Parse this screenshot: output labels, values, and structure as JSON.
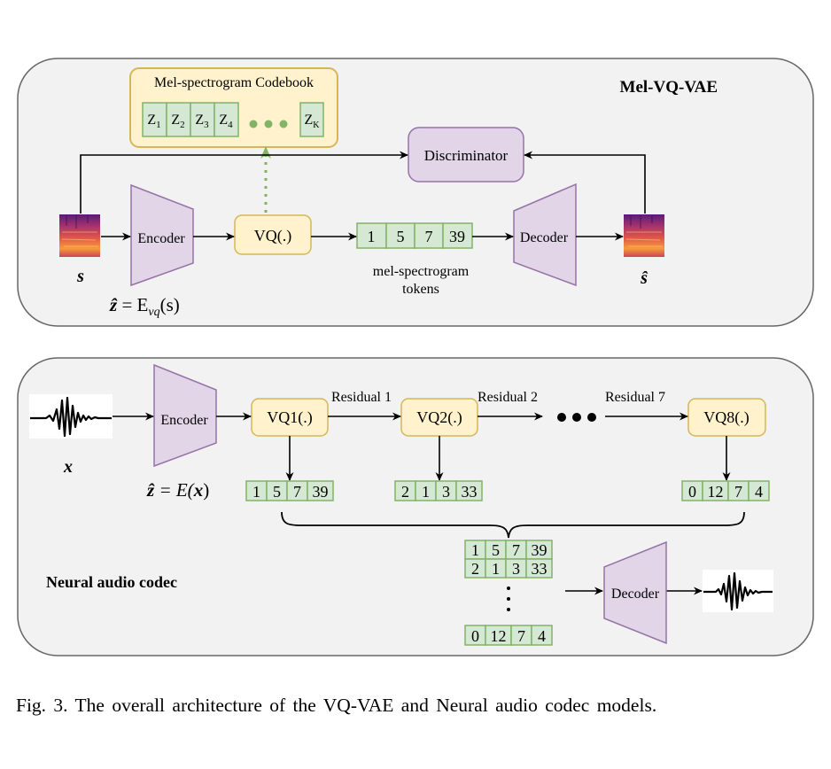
{
  "top_panel": {
    "title": "Mel-VQ-VAE",
    "codebook": {
      "title": "Mel-spectrogram Codebook",
      "entries": [
        {
          "base": "Z",
          "sub": "1"
        },
        {
          "base": "Z",
          "sub": "2"
        },
        {
          "base": "Z",
          "sub": "3"
        },
        {
          "base": "Z",
          "sub": "4"
        },
        {
          "base": "Z",
          "sub": "K"
        }
      ]
    },
    "discriminator_label": "Discriminator",
    "encoder_label": "Encoder",
    "vq_label": "VQ(.)",
    "tokens": [
      "1",
      "5",
      "7",
      "39"
    ],
    "tokens_caption": [
      "mel-spectrogram",
      "tokens"
    ],
    "decoder_label": "Decoder",
    "input_symbol": "s",
    "output_symbol": "ŝ",
    "latent_formula": {
      "lhs": "ẑ",
      "eq": " = E",
      "sub": "vq",
      "arg": "(s)"
    }
  },
  "bottom_panel": {
    "title": "Neural audio codec",
    "input_symbol": "x",
    "encoder_label": "Encoder",
    "latent_formula": {
      "lhs": "ẑ",
      "eq": " = E(",
      "arg": "x",
      "close": ")"
    },
    "quantizers": [
      {
        "label": "VQ1(.)",
        "tokens": [
          "1",
          "5",
          "7",
          "39"
        ]
      },
      {
        "label": "VQ2(.)",
        "tokens": [
          "2",
          "1",
          "3",
          "33"
        ]
      },
      {
        "label": "VQ8(.)",
        "tokens": [
          "0",
          "12",
          "7",
          "4"
        ]
      }
    ],
    "residual_labels": [
      "Residual 1",
      "Residual 2",
      "Residual 7"
    ],
    "stacked_tokens": [
      [
        "1",
        "5",
        "7",
        "39"
      ],
      [
        "2",
        "1",
        "3",
        "33"
      ],
      [
        "0",
        "12",
        "7",
        "4"
      ]
    ],
    "decoder_label": "Decoder"
  },
  "caption": "Fig. 3.  The overall architecture of the VQ-VAE and Neural audio codec models.",
  "colors": {
    "panel_fill": "#f2f2f2",
    "panel_stroke": "#666666",
    "codebook_fill": "#fff2cc",
    "codebook_stroke": "#d6b656",
    "token_fill": "#d5e8d4",
    "token_stroke": "#82b366",
    "purple_fill": "#e1d5e7",
    "purple_stroke": "#9673a6"
  }
}
